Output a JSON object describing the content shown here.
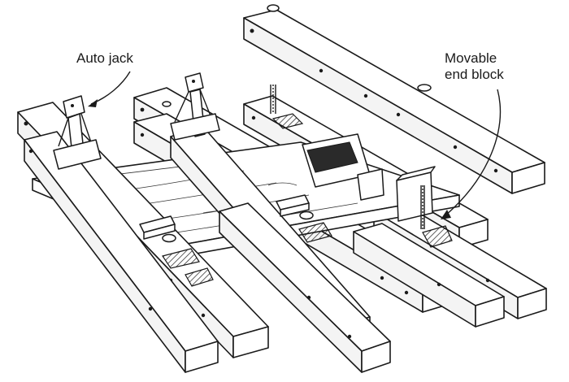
{
  "labels": {
    "auto_jack": "Auto jack",
    "movable_end_block_line1": "Movable",
    "movable_end_block_line2": "end block"
  }
}
